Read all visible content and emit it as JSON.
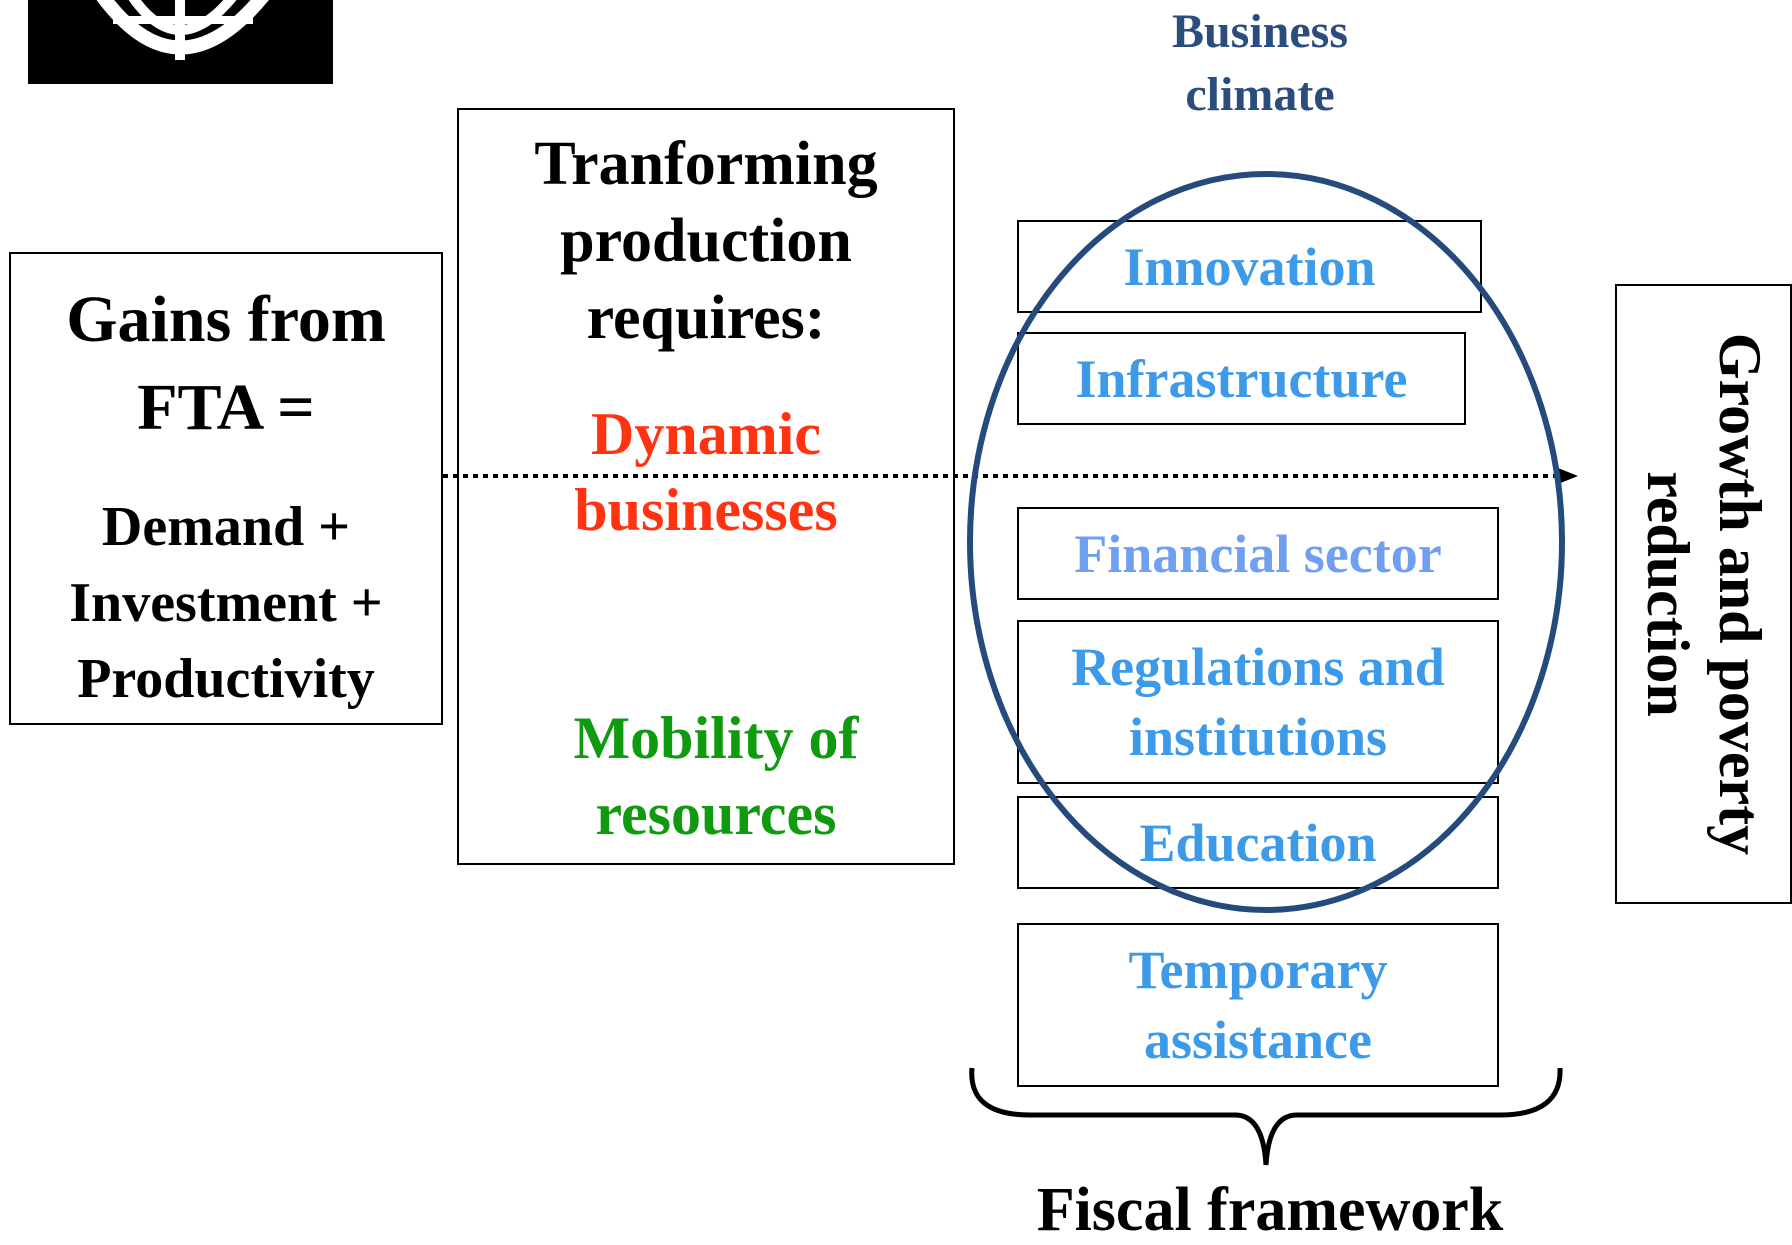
{
  "logo": {
    "icon": "globe-logo-icon"
  },
  "business_climate": {
    "line1": "Business",
    "line2": "climate"
  },
  "gains": {
    "title_line1": "Gains from",
    "title_line2": "FTA =",
    "line1": "Demand +",
    "line2": "Investment +",
    "line3": "Productivity"
  },
  "transform": {
    "title_line1": "Tranforming",
    "title_line2": "production",
    "title_line3": "requires:",
    "dynamic_line1": "Dynamic",
    "dynamic_line2": "businesses",
    "mobility_line1": "Mobility of",
    "mobility_line2": "resources"
  },
  "climate_items": {
    "innovation": "Innovation",
    "infrastructure": "Infrastructure",
    "financial": "Financial sector",
    "regulations_line1": "Regulations and",
    "regulations_line2": "institutions",
    "education": "Education",
    "temporary_line1": "Temporary",
    "temporary_line2": "assistance"
  },
  "outcome": {
    "line1": "Growth and poverty",
    "line2": "reduction"
  },
  "fiscal": {
    "label": "Fiscal framework"
  },
  "colors": {
    "ellipse": "#254a7c",
    "business_climate": "#2b4d7e",
    "dynamic": "#ff3311",
    "mobility": "#109a10",
    "climate_item": "#3d9ae8",
    "financial": "#6f9ff0"
  }
}
